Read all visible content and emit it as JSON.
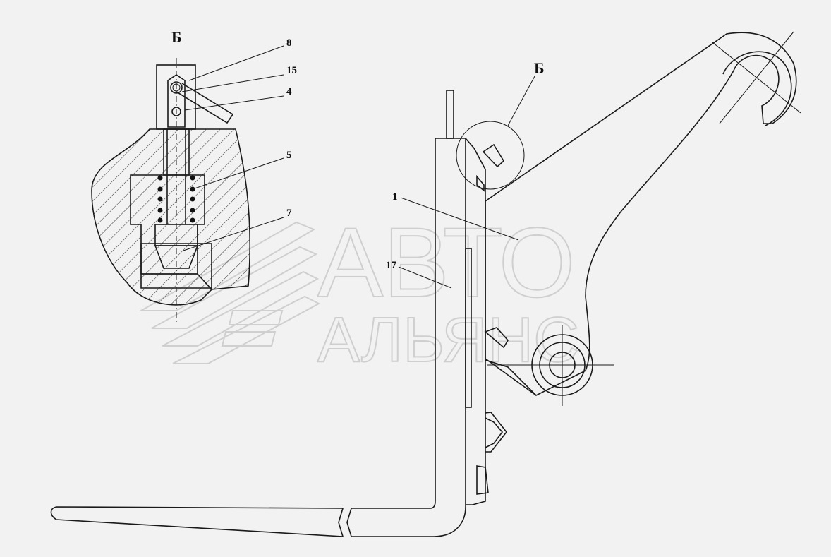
{
  "view_labels": {
    "detail_view": "Б",
    "callout": "Б"
  },
  "part_numbers": {
    "p8": "8",
    "p15": "15",
    "p4": "4",
    "p5": "5",
    "p7": "7",
    "p1": "1",
    "p17": "17"
  },
  "watermark": {
    "line1": "АВТО",
    "line2": "АЛЬЯНС"
  }
}
